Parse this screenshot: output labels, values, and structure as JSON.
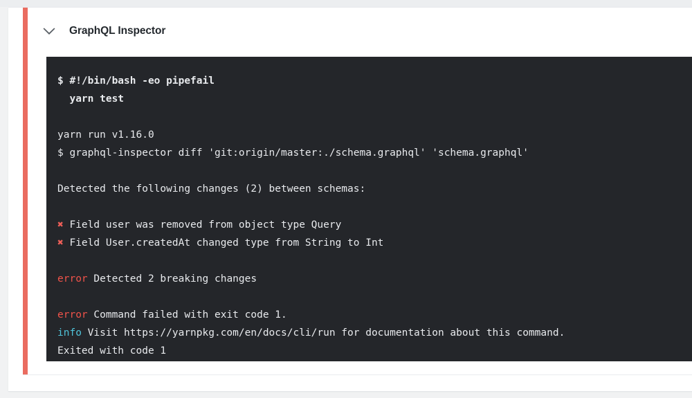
{
  "card": {
    "title": "GraphQL Inspector",
    "collapse_icon": "chevron-down-icon",
    "status_color": "#ea6c60",
    "status": "failed"
  },
  "terminal": {
    "background_color": "#24262a",
    "text_color": "#e8eaed",
    "error_color": "#f0534a",
    "info_color": "#4fc3d9",
    "cross_color": "#ee5f58",
    "lines": [
      {
        "id": "l1",
        "kind": "command",
        "bold": true,
        "text": "$ #!/bin/bash -eo pipefail"
      },
      {
        "id": "l2",
        "kind": "command",
        "bold": true,
        "text": "  yarn test"
      },
      {
        "id": "l3",
        "kind": "blank",
        "bold": false,
        "text": ""
      },
      {
        "id": "l4",
        "kind": "output",
        "bold": false,
        "text": "yarn run v1.16.0"
      },
      {
        "id": "l5",
        "kind": "output",
        "bold": false,
        "text": "$ graphql-inspector diff 'git:origin/master:./schema.graphql' 'schema.graphql'"
      },
      {
        "id": "l6",
        "kind": "blank",
        "bold": false,
        "text": ""
      },
      {
        "id": "l7",
        "kind": "output",
        "bold": false,
        "text": "Detected the following changes (2) between schemas:"
      },
      {
        "id": "l8",
        "kind": "blank",
        "bold": false,
        "text": ""
      },
      {
        "id": "l9",
        "kind": "change",
        "bold": false,
        "marker": "✖",
        "text": "Field user was removed from object type Query"
      },
      {
        "id": "l10",
        "kind": "change",
        "bold": false,
        "marker": "✖",
        "text": "Field User.createdAt changed type from String to Int"
      },
      {
        "id": "l11",
        "kind": "blank",
        "bold": false,
        "text": ""
      },
      {
        "id": "l12",
        "kind": "labeled",
        "bold": false,
        "label": "error",
        "label_color": "error",
        "text": " Detected 2 breaking changes"
      },
      {
        "id": "l13",
        "kind": "blank",
        "bold": false,
        "text": ""
      },
      {
        "id": "l14",
        "kind": "labeled",
        "bold": false,
        "label": "error",
        "label_color": "error",
        "text": " Command failed with exit code 1."
      },
      {
        "id": "l15",
        "kind": "labeled",
        "bold": false,
        "label": "info",
        "label_color": "info",
        "text": " Visit https://yarnpkg.com/en/docs/cli/run for documentation about this command."
      },
      {
        "id": "l16",
        "kind": "output",
        "bold": false,
        "text": "Exited with code 1"
      }
    ]
  }
}
